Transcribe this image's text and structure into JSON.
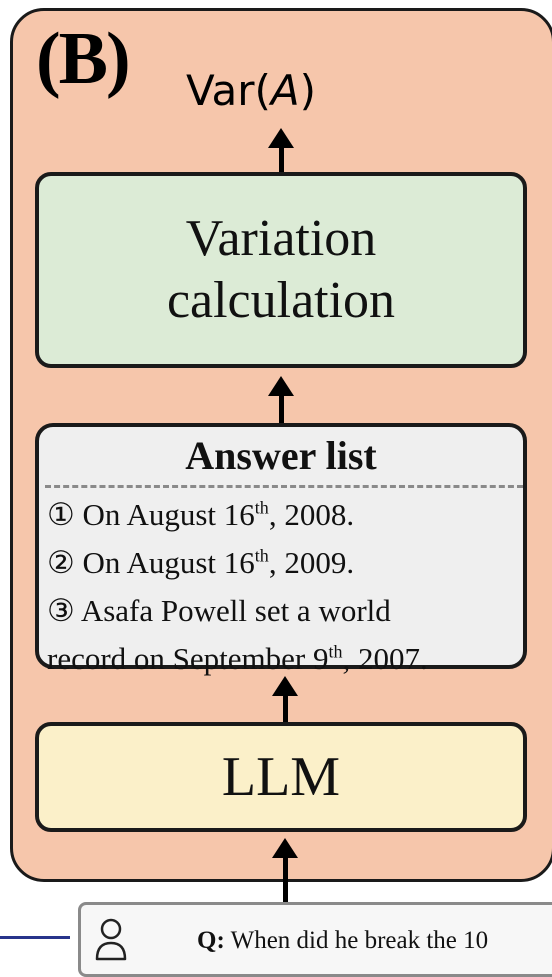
{
  "panel": {
    "label": "(B)",
    "output_label": "Var(A)",
    "variation_box": {
      "line1": "Variation",
      "line2": "calculation"
    },
    "answer_list": {
      "title": "Answer list",
      "items": [
        {
          "marker": "①",
          "text_before": "On August 16",
          "sup": "th",
          "text_after": ", 2008."
        },
        {
          "marker": "②",
          "text_before": "On August 16",
          "sup": "th",
          "text_after": ", 2009."
        },
        {
          "marker": "③",
          "text_before": "Asafa Powell set a world",
          "sup": "",
          "text_after": ""
        },
        {
          "marker": "",
          "text_before": "record on September 9",
          "sup": "th",
          "text_after": ", 2007."
        }
      ]
    },
    "llm_label": "LLM"
  },
  "query": {
    "prefix": "Q:",
    "text": "When did he break the 10"
  },
  "colors": {
    "panel_bg": "#f6c6ab",
    "variation_bg": "#dcebd6",
    "answers_bg": "#efefef",
    "llm_bg": "#fbf0c9",
    "query_line": "#27348b"
  }
}
